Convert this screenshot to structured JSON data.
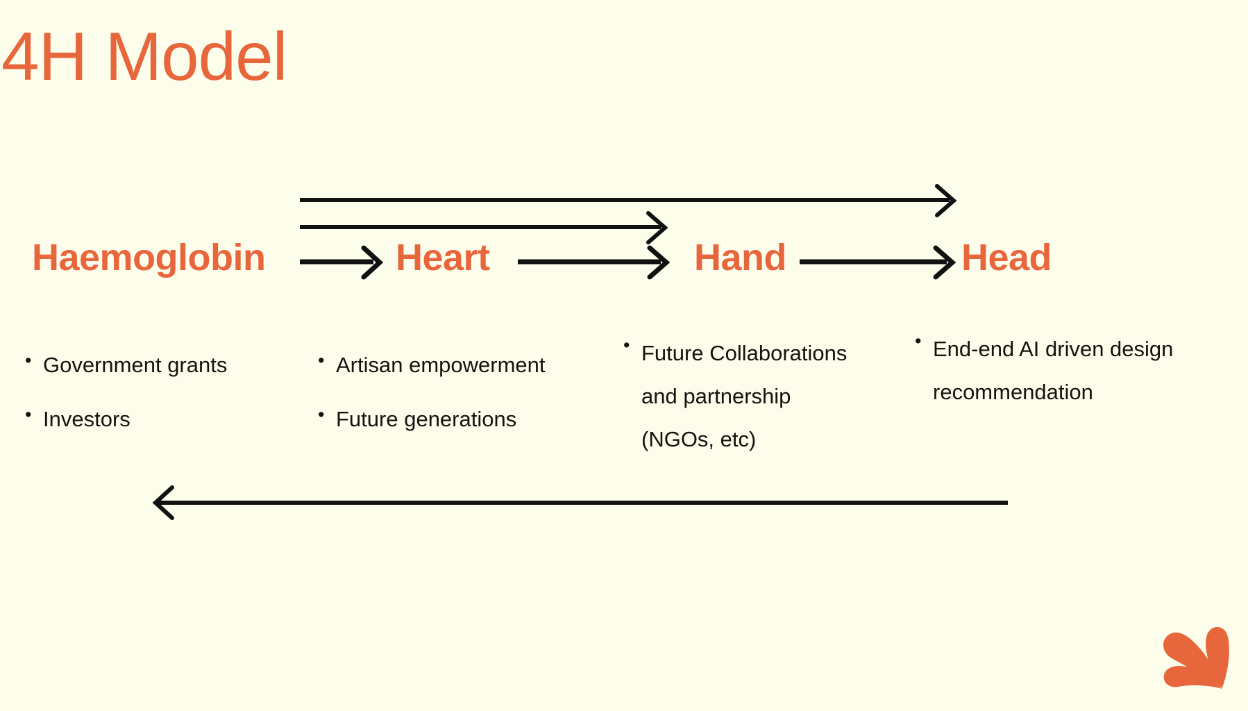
{
  "slide": {
    "title": "4H Model",
    "background_color": "#fdfdec",
    "accent_color": "#e8663c",
    "text_color": "#15120f"
  },
  "flow": {
    "stages": [
      {
        "id": "haemoglobin",
        "label": "Haemoglobin"
      },
      {
        "id": "heart",
        "label": "Heart"
      },
      {
        "id": "hand",
        "label": "Hand"
      },
      {
        "id": "head",
        "label": "Head"
      }
    ],
    "inline_arrows": [
      {
        "from": "haemoglobin",
        "to": "heart",
        "direction": "right"
      },
      {
        "from": "heart",
        "to": "hand",
        "direction": "right"
      },
      {
        "from": "hand",
        "to": "head",
        "direction": "right"
      }
    ],
    "overarching_arrows": [
      {
        "id": "haemoglobin-to-head",
        "direction": "right",
        "note": "top long arrow"
      },
      {
        "id": "haemoglobin-to-hand",
        "direction": "right",
        "note": "second long arrow"
      },
      {
        "id": "head-back-to-haemoglobin",
        "direction": "left",
        "note": "bottom feedback arrow"
      }
    ]
  },
  "columns": [
    {
      "id": "haemoglobin",
      "bullets": [
        "Government grants",
        "Investors"
      ]
    },
    {
      "id": "heart",
      "bullets": [
        "Artisan empowerment",
        "Future generations"
      ]
    },
    {
      "id": "hand",
      "bullets": [
        "Future Collaborations and partnership (NGOs, etc)"
      ]
    },
    {
      "id": "head",
      "bullets": [
        "End-end AI driven design recommendation"
      ]
    }
  ],
  "logo": {
    "name": "three-petal-logo",
    "color": "#e8663c"
  }
}
